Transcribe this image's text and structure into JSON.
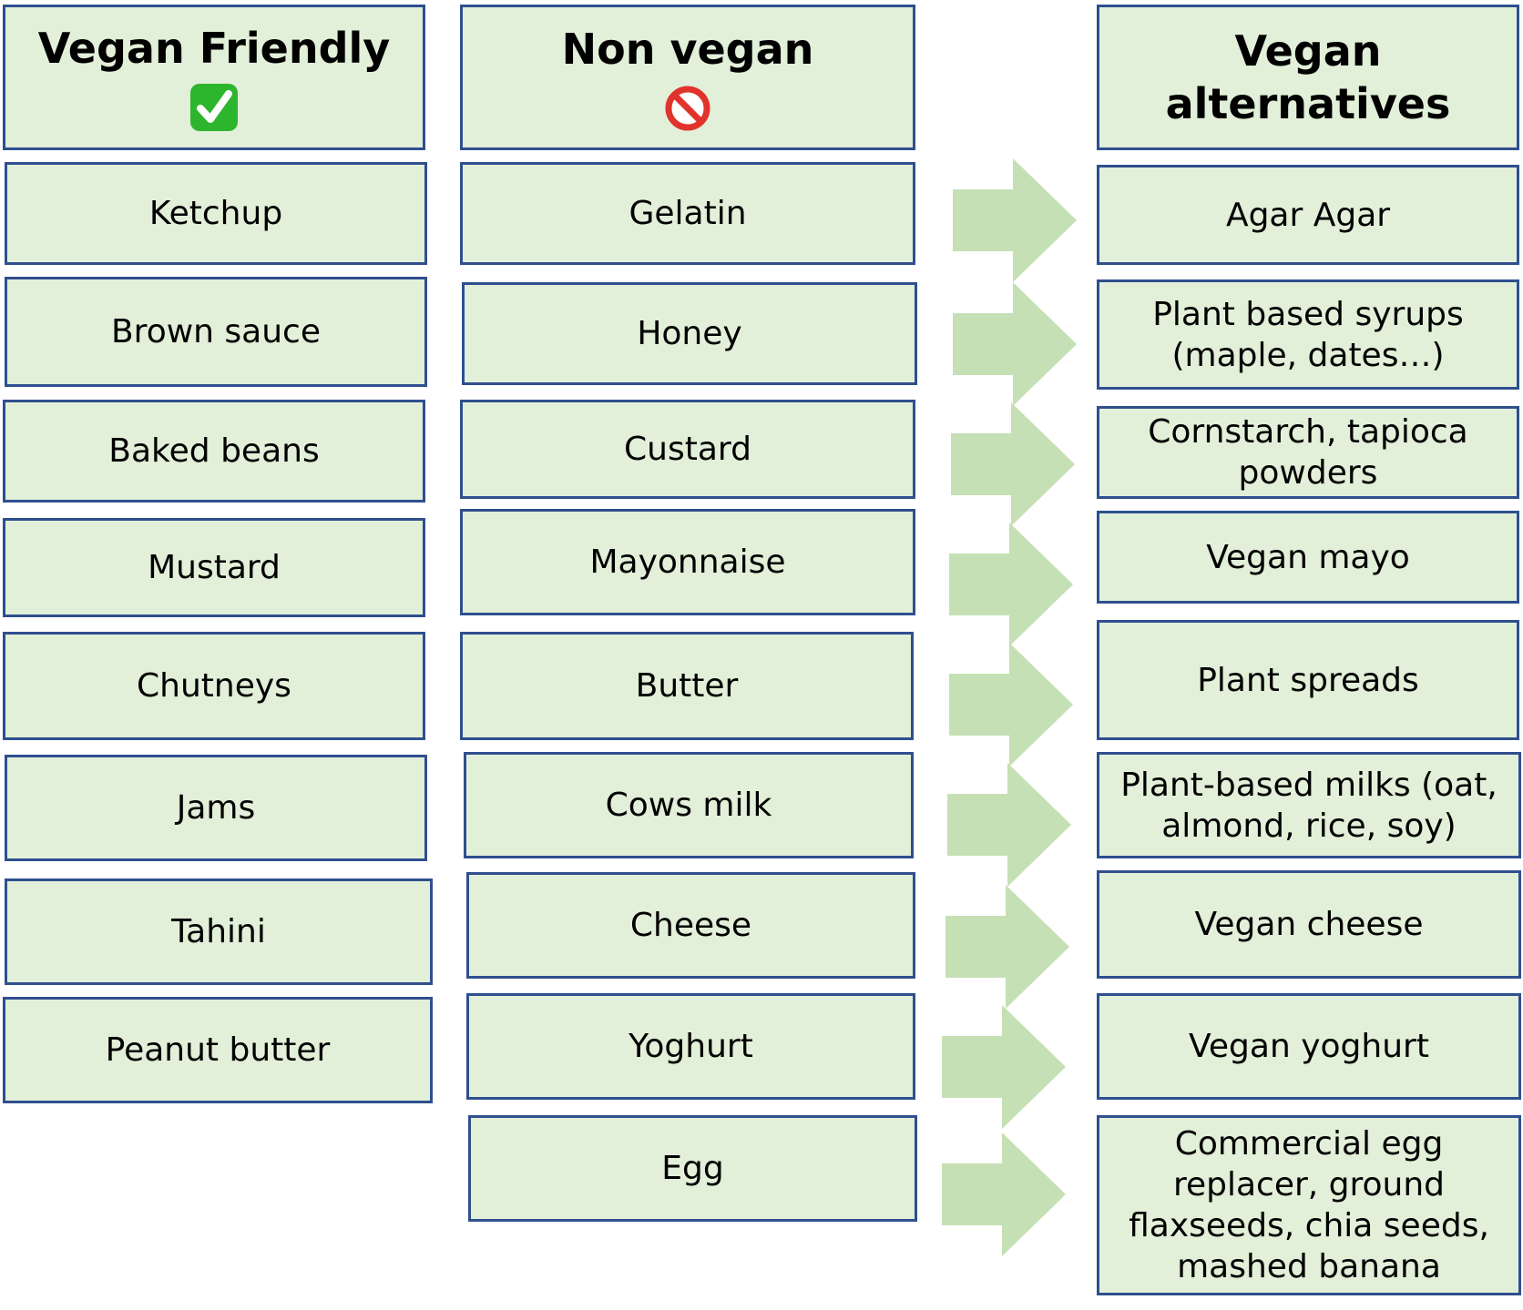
{
  "headers": {
    "vegan_friendly": "Vegan Friendly",
    "non_vegan": "Non vegan",
    "vegan_alternatives": "Vegan\nalternatives"
  },
  "icons": {
    "vegan_friendly": "check-mark-icon",
    "non_vegan": "prohibited-icon",
    "arrows": "right-arrow-icon"
  },
  "colors": {
    "box_fill": "#e2efd9",
    "box_border": "#2f4f8f",
    "arrow_fill": "#c5e0b4",
    "check_green": "#2db52d",
    "prohibited_red": "#e0332c"
  },
  "vegan_friendly": [
    "Ketchup",
    "Brown sauce",
    "Baked beans",
    "Mustard",
    "Chutneys",
    "Jams",
    "Tahini",
    "Peanut butter"
  ],
  "non_vegan": [
    "Gelatin",
    "Honey",
    "Custard",
    "Mayonnaise",
    "Butter",
    "Cows milk",
    "Cheese",
    "Yoghurt",
    "Egg"
  ],
  "vegan_alternatives": [
    "Agar Agar",
    "Plant based syrups\n(maple, dates…)",
    "Cornstarch, tapioca\npowders",
    "Vegan mayo",
    "Plant spreads",
    "Plant-based milks (oat,\nalmond, rice, soy)",
    "Vegan cheese",
    "Vegan yoghurt",
    "Commercial egg\nreplacer, ground\nflaxseeds, chia seeds,\nmashed banana"
  ]
}
